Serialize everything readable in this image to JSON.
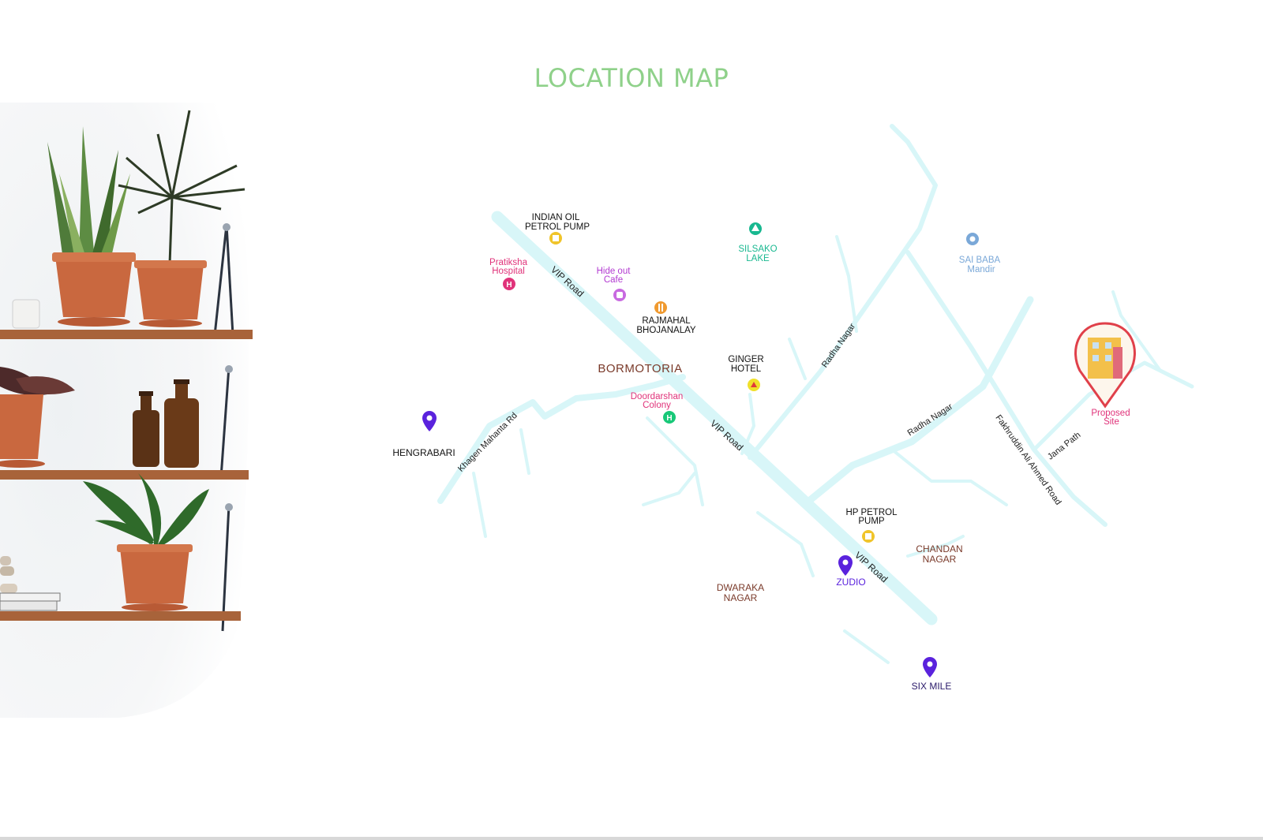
{
  "title": "LOCATION MAP",
  "colors": {
    "title": "#8fd18a",
    "road": "#d8f6f8",
    "landmark_text": "#111111",
    "area_text": "#7a3a2a",
    "hospital": "#e0337a",
    "cafe": "#b23ad1",
    "lake": "#18b890",
    "mandir": "#7aa8d8",
    "pin": "#5a22dd",
    "petrol": "#f0c42a",
    "restaurant": "#f09a30",
    "proposed": "#e0404a"
  },
  "roads": {
    "vip_road": "VIP Road",
    "khagen": "Khagen Mahanta Rd",
    "radha_nagar": "Radha Nagar",
    "fakhruddin": "Fakhruddin Ali Ahmed Road",
    "jana_path": "Jana Path"
  },
  "places": {
    "indian_oil_1": "INDIAN OIL",
    "indian_oil_2": "PETROL PUMP",
    "pratiksha_1": "Pratiksha",
    "pratiksha_2": "Hospital",
    "hideout_1": "Hide out",
    "hideout_2": "Cafe",
    "rajmahal_1": "RAJMAHAL",
    "rajmahal_2": "BHOJANALAY",
    "silsako_1": "SILSAKO",
    "silsako_2": "LAKE",
    "saibaba_1": "SAI BABA",
    "saibaba_2": "Mandir",
    "bormotoria": "BORMOTORIA",
    "ginger_1": "GINGER",
    "ginger_2": "HOTEL",
    "doordarshan_1": "Doordarshan",
    "doordarshan_2": "Colony",
    "hengrabari": "HENGRABARI",
    "proposed_1": "Proposed",
    "proposed_2": "Site",
    "hp_1": "HP PETROL",
    "hp_2": "PUMP",
    "chandan_1": "CHANDAN",
    "chandan_2": "NAGAR",
    "zudio": "ZUDIO",
    "dwaraka_1": "DWARAKA",
    "dwaraka_2": "NAGAR",
    "six_mile": "SIX MILE"
  },
  "icons": {
    "petrol": "fuel-pump-icon",
    "hospital": "hospital-icon",
    "cafe": "cafe-icon",
    "restaurant": "restaurant-icon",
    "lake": "tree-icon",
    "mandir": "temple-icon",
    "hotel": "hotel-icon",
    "pin": "location-pin-icon"
  }
}
